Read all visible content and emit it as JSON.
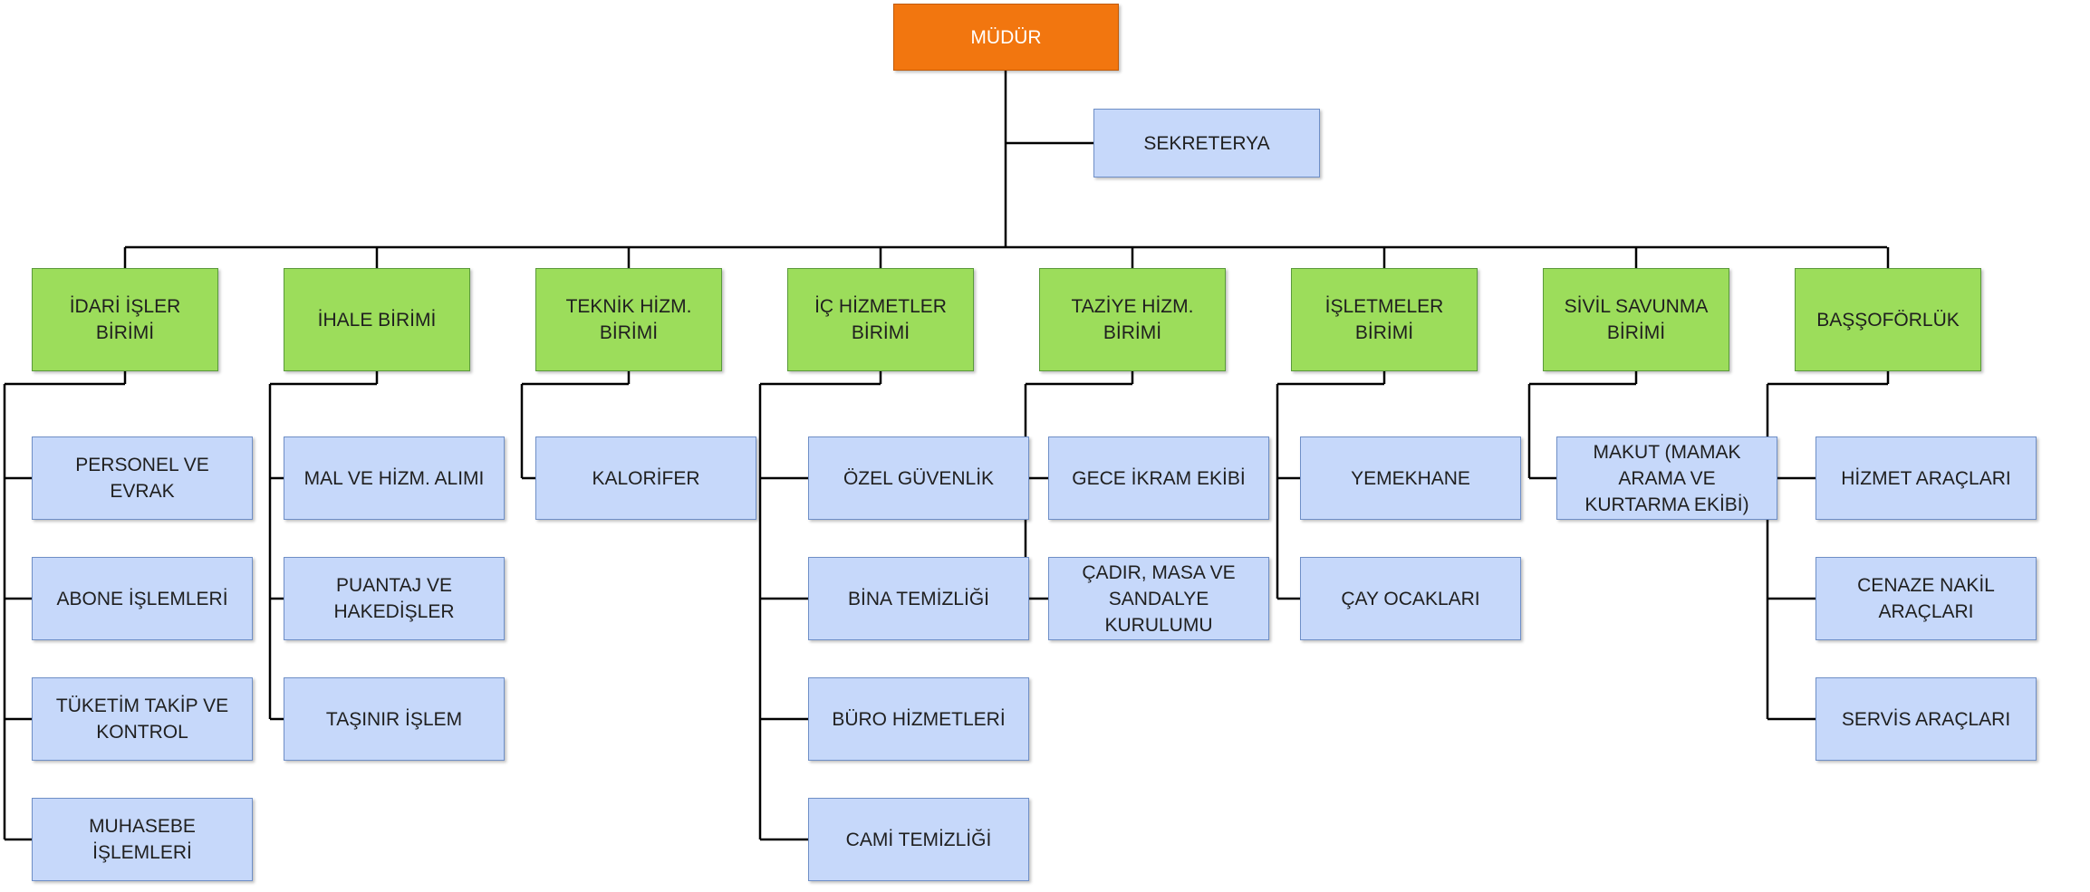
{
  "chart": {
    "director": "MÜDÜR",
    "secretary": "SEKRETERYA",
    "units": [
      {
        "title": "İDARİ İŞLER BİRİMİ",
        "children": [
          "PERSONEL VE EVRAK",
          "ABONE İŞLEMLERİ",
          "TÜKETİM TAKİP VE KONTROL",
          "MUHASEBE İŞLEMLERİ"
        ]
      },
      {
        "title": "İHALE BİRİMİ",
        "children": [
          "MAL VE HİZM. ALIMI",
          "PUANTAJ VE HAKEDİŞLER",
          "TAŞINIR İŞLEM"
        ]
      },
      {
        "title": "TEKNİK HİZM. BİRİMİ",
        "children": [
          "KALORİFER"
        ]
      },
      {
        "title": "İÇ HİZMETLER BİRİMİ",
        "children": [
          "ÖZEL GÜVENLİK",
          "BİNA TEMİZLİĞİ",
          "BÜRO HİZMETLERİ",
          "CAMİ TEMİZLİĞİ"
        ]
      },
      {
        "title": "TAZİYE HİZM. BİRİMİ",
        "children": [
          "GECE İKRAM EKİBİ",
          "ÇADIR, MASA VE SANDALYE KURULUMU"
        ]
      },
      {
        "title": "İŞLETMELER BİRİMİ",
        "children": [
          "YEMEKHANE",
          "ÇAY OCAKLARI"
        ]
      },
      {
        "title": "SİVİL SAVUNMA BİRİMİ",
        "children": [
          "MAKUT (MAMAK ARAMA VE KURTARMA EKİBİ)"
        ]
      },
      {
        "title": "BAŞŞOFÖRLÜK",
        "children": [
          "HİZMET ARAÇLARI",
          "CENAZE NAKİL ARAÇLARI",
          "SERVİS ARAÇLARI"
        ]
      }
    ]
  },
  "colors": {
    "director_fill": "#f2760f",
    "unit_fill": "#9cdd5b",
    "sub_fill": "#c6d8fa",
    "line": "#000000"
  }
}
